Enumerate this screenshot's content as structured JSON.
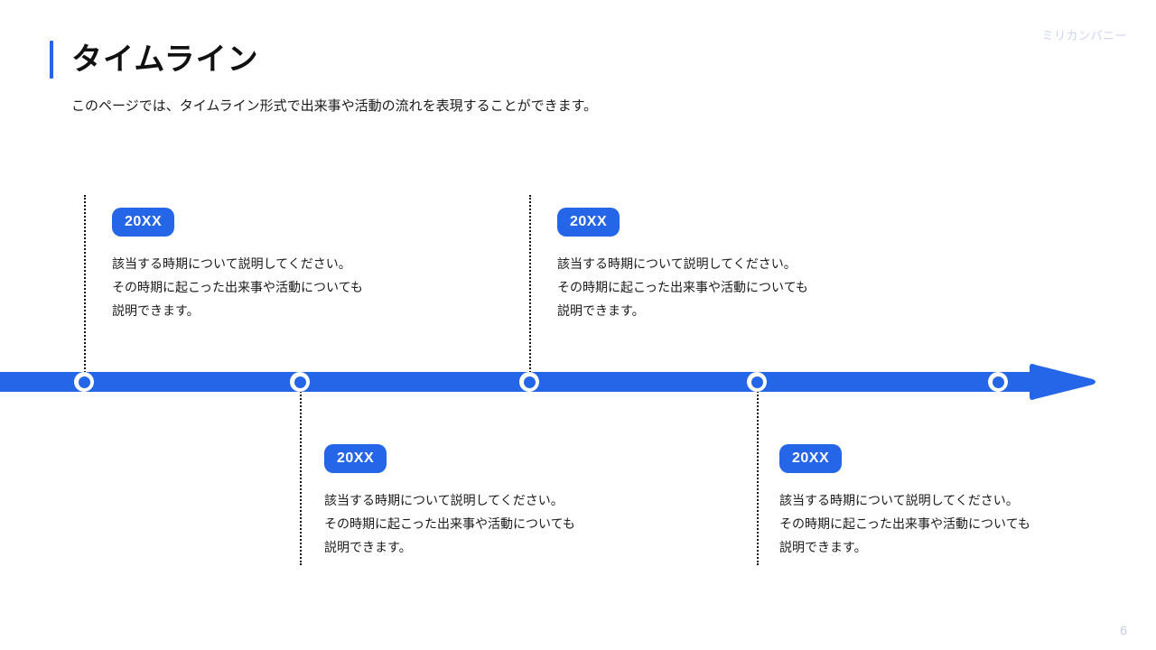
{
  "header": {
    "company": "ミリカンパニー",
    "title": "タイムライン",
    "subtitle": "このページでは、タイムライン形式で出来事や活動の流れを表現することができます。",
    "accent_color": "#2566e8"
  },
  "timeline": {
    "axis_color": "#2566e8",
    "marker_dot_color": "#2566e8",
    "connector_color": "#111111",
    "entries": [
      {
        "badge": "20XX",
        "description": "該当する時期について説明してください。\nその時期に起こった出来事や活動についても\n説明できます。",
        "position": "above"
      },
      {
        "badge": "20XX",
        "description": "該当する時期について説明してください。\nその時期に起こった出来事や活動についても\n説明できます。",
        "position": "below"
      },
      {
        "badge": "20XX",
        "description": "該当する時期について説明してください。\nその時期に起こった出来事や活動についても\n説明できます。",
        "position": "above"
      },
      {
        "badge": "20XX",
        "description": "該当する時期について説明してください。\nその時期に起こった出来事や活動についても\n説明できます。",
        "position": "below"
      },
      {
        "badge": "",
        "description": "",
        "position": "none"
      }
    ]
  },
  "footer": {
    "page_number": "6"
  }
}
